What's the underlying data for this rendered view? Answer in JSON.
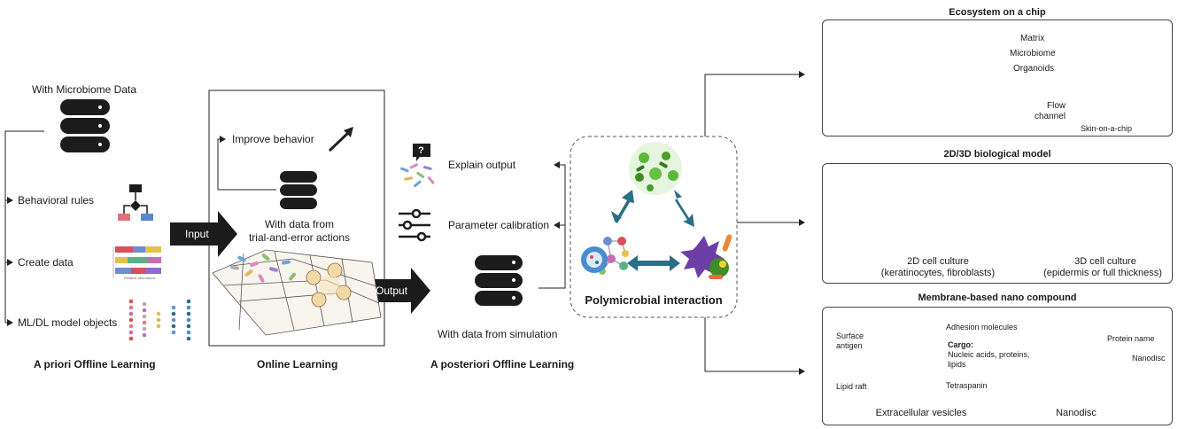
{
  "col1": {
    "with_data": "With Microbiome Data",
    "items": [
      "Behavioral rules",
      "Create data",
      "ML/DL model objects"
    ],
    "chart_tick_label": "Relative abundance",
    "footer": "A priori Offline Learning"
  },
  "col2": {
    "improve": "Improve behavior",
    "with_data_line1": "With data from",
    "with_data_line2": "trial-and-error actions",
    "input": "Input",
    "output": "Output",
    "footer": "Online Learning"
  },
  "col3": {
    "explain": "Explain output",
    "param": "Parameter calibration",
    "with_sim": "With data from simulation",
    "footer": "A posteriori Offline Learning",
    "question": "?"
  },
  "center": {
    "title": "Polymicrobial interaction"
  },
  "panel1": {
    "title": "Ecosystem on a chip",
    "matrix": "Matrix",
    "microbiome": "Microbiome",
    "organoids": "Organoids",
    "flow1": "Flow",
    "flow2": "channel",
    "caption": "Skin-on-a-chip"
  },
  "panel2": {
    "title": "2D/3D biological model",
    "cap2d_1": "2D cell culture",
    "cap2d_2": "(keratinocytes, fibroblasts)",
    "cap3d_1": "3D cell culture",
    "cap3d_2": "(epidermis or full thickness)"
  },
  "panel3": {
    "title": "Membrane-based nano compound",
    "surface1": "Surface",
    "surface2": "antigen",
    "adhesion": "Adhesion molecules",
    "cargo": "Cargo:",
    "cargo1": "Nucleic acids, proteins,",
    "cargo2": "lipids",
    "lipid": "Lipid raft",
    "tetra": "Tetraspanin",
    "ev": "Extracellular vesicles",
    "protein": "Protein name",
    "nanodisc_label": "Nanodisc",
    "nanodisc": "Nanodisc"
  },
  "colors": {
    "arrow_fill": "#1b1b1b",
    "db": "#1c1c1c",
    "teal_arrow": "#2a6f87",
    "green_microbe": "#5cb83a",
    "purple_microbe": "#6d3fa6"
  }
}
